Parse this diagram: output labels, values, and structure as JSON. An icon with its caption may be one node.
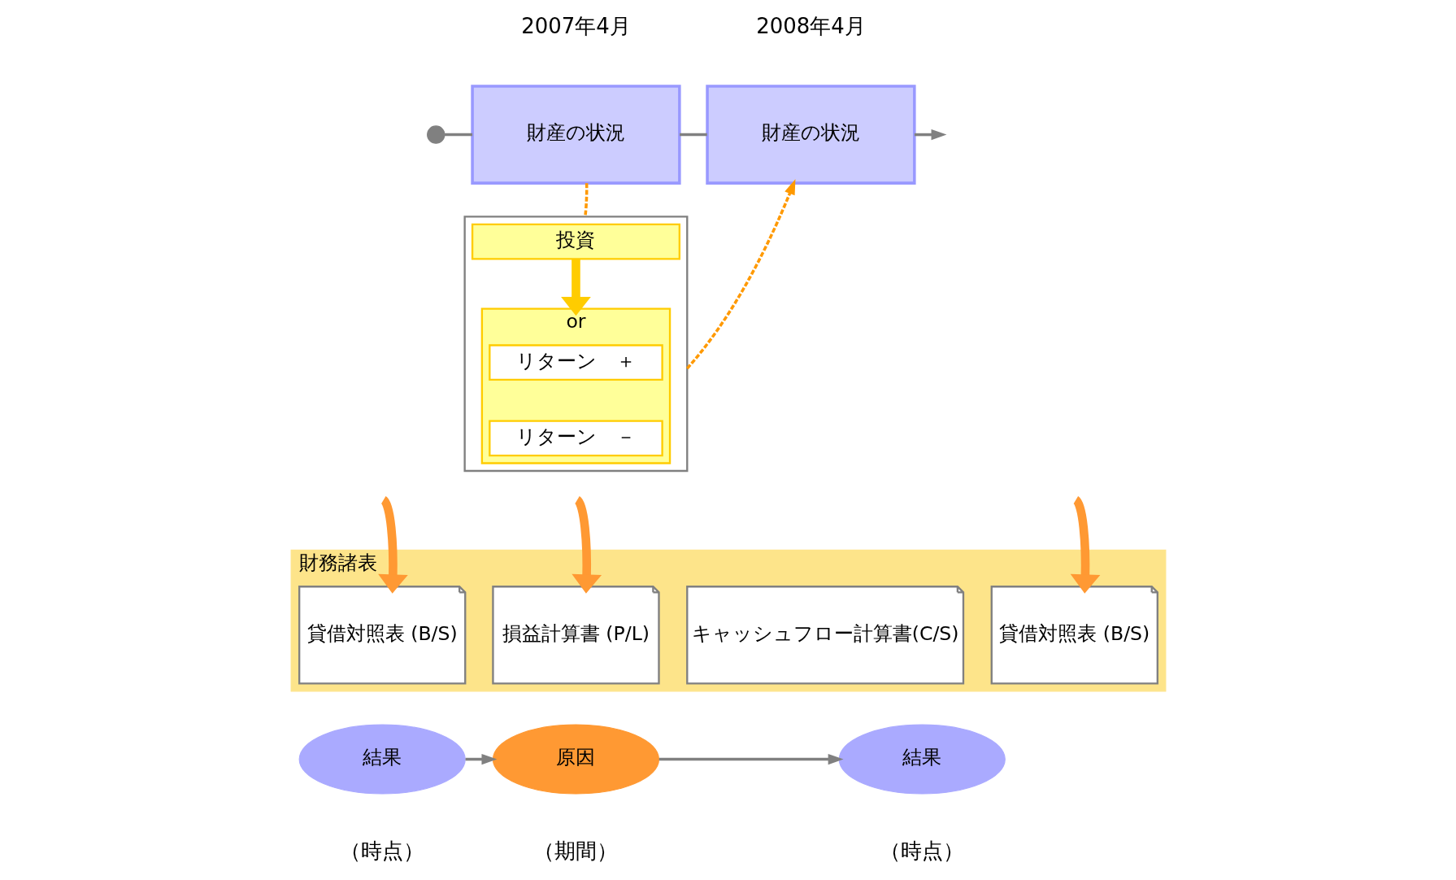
{
  "diagram": {
    "nodes": [
      {
        "text": [],
        "shape": "circle"
      },
      {
        "text": [
          "財産の状況"
        ],
        "beside": [
          "2007年4月"
        ]
      },
      {
        "text": [
          "財産の状況"
        ],
        "beside": [
          "2008年4月"
        ]
      },
      {
        "text": [],
        "shape": "box"
      },
      {
        "text": [
          "投資"
        ],
        "in": 3
      },
      {
        "text": [
          "or"
        ],
        "in": 3
      },
      {
        "text": [
          "リターン　＋"
        ],
        "in": 5
      },
      {
        "text": [
          "リターン　－"
        ],
        "in": 5
      },
      {
        "text": [
          "財務諸表"
        ]
      },
      {
        "text": [
          "貸借対照表 (B/S)"
        ],
        "in": 8
      },
      {
        "text": [
          "損益計算書 (P/L)"
        ],
        "in": 8
      },
      {
        "text": [
          "キャッシュフロー計算書(C/S)"
        ],
        "in": 8
      },
      {
        "text": [
          "貸借対照表 (B/S)"
        ],
        "in": 8
      },
      {
        "text": [
          "結果"
        ],
        "beside": [
          "（時点）"
        ]
      },
      {
        "text": [
          "原因"
        ],
        "beside": [
          "（期間）"
        ]
      },
      {
        "text": [
          "結果"
        ],
        "beside": [
          "（時点）"
        ]
      }
    ],
    "edges": [
      {
        "from": 0,
        "to": 1,
        "arrow": "none"
      },
      {
        "from": 1,
        "to": 2,
        "arrow": "none"
      },
      {
        "from": 2,
        "to": null,
        "arrow": "to"
      },
      {
        "from": 1,
        "to": 3,
        "arrow": "none",
        "style": "dashed",
        "color": "#ff9900"
      },
      {
        "from": 3,
        "to": 2,
        "arrow": "to",
        "style": "dashed",
        "color": "#ff9900"
      },
      {
        "from": 4,
        "to": 5,
        "arrow": "to",
        "style": "thick",
        "color": "#ffcc00"
      },
      {
        "from": null,
        "to": 9,
        "arrow": "to",
        "style": "thick",
        "color": "#ff9933"
      },
      {
        "from": null,
        "to": 10,
        "arrow": "to",
        "style": "thick",
        "color": "#ff9933"
      },
      {
        "from": null,
        "to": 12,
        "arrow": "to",
        "style": "thick",
        "color": "#ff9933"
      },
      {
        "from": 13,
        "to": 14,
        "arrow": "to"
      },
      {
        "from": 14,
        "to": 15,
        "arrow": "to"
      }
    ]
  }
}
